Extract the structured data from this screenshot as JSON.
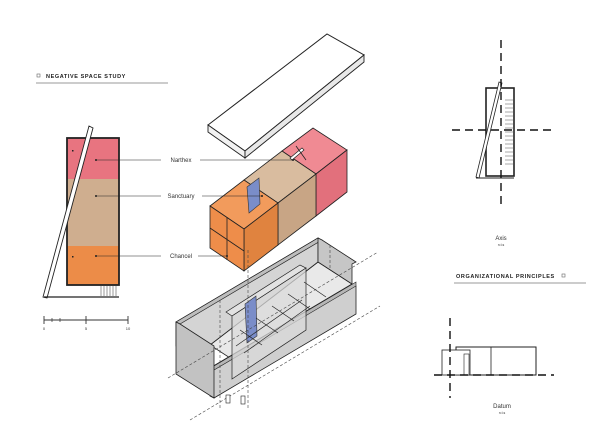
{
  "headings": {
    "negative_space": "NEGATIVE SPACE STUDY",
    "organizational": "ORGANIZATIONAL PRINCIPLES"
  },
  "zones": {
    "narthex": "Narthex",
    "sanctuary": "Sanctuary",
    "chancel": "Chancel"
  },
  "principles": {
    "axis": {
      "label": "Axis",
      "note": "n.t.s"
    },
    "datum": {
      "label": "Datum",
      "note": "n.t.s"
    }
  },
  "scale_bar": {
    "ticks": [
      "0",
      "5",
      "10"
    ]
  },
  "colors": {
    "narthex": "#e87480",
    "sanctuary": "#cfae8f",
    "chancel": "#ec8c48",
    "glass": "#7a8dc9",
    "model_grey": "#c8c8c8",
    "line": "#222222"
  }
}
